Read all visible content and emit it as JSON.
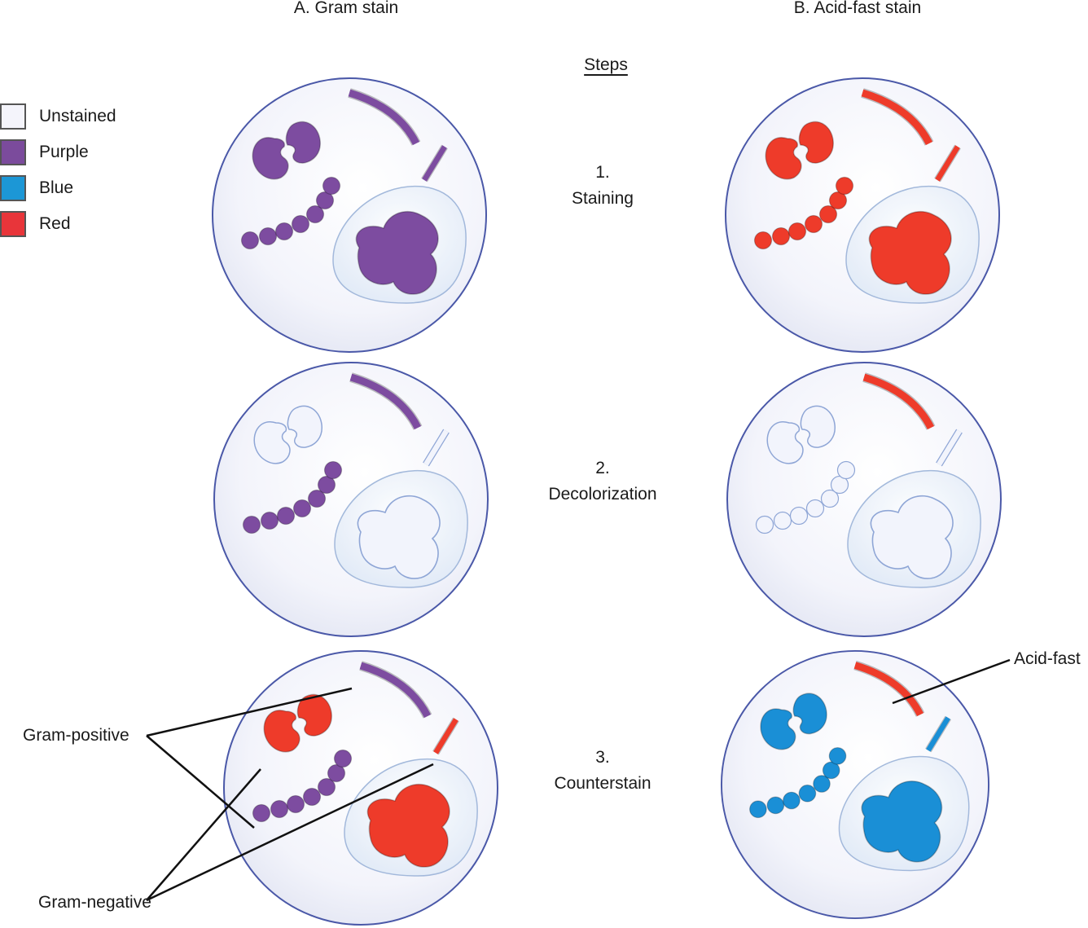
{
  "headers": {
    "gram": "A. Gram stain",
    "acid_fast": "B. Acid-fast stain"
  },
  "steps_title": "Steps",
  "steps": [
    {
      "number": "1.",
      "label": "Staining"
    },
    {
      "number": "2.",
      "label": "Decolorization"
    },
    {
      "number": "3.",
      "label": "Counterstain"
    }
  ],
  "legend": [
    {
      "label": "Unstained",
      "color": "#f4f4fb"
    },
    {
      "label": "Purple",
      "color": "#7b4b9c"
    },
    {
      "label": "Blue",
      "color": "#1c97d6"
    },
    {
      "label": "Red",
      "color": "#e8353a"
    }
  ],
  "colors": {
    "unstained": "#f2f4fc",
    "purple": "#7d4ca0",
    "blue": "#1a8fd6",
    "red": "#ee3b2a",
    "cell_outline": "#4a58a8",
    "callout_line": "#111111"
  },
  "panels": [
    {
      "column": "gram",
      "step": 1,
      "diplococci": "purple",
      "curved_rod": "purple",
      "short_rod": "purple",
      "chain": "purple",
      "nucleus": "purple"
    },
    {
      "column": "acid_fast",
      "step": 1,
      "diplococci": "red",
      "curved_rod": "red",
      "short_rod": "red",
      "chain": "red",
      "nucleus": "red"
    },
    {
      "column": "gram",
      "step": 2,
      "diplococci": "unstained",
      "curved_rod": "purple",
      "short_rod": "unstained",
      "chain": "purple",
      "nucleus": "unstained"
    },
    {
      "column": "acid_fast",
      "step": 2,
      "diplococci": "unstained",
      "curved_rod": "red",
      "short_rod": "unstained",
      "chain": "unstained",
      "nucleus": "unstained"
    },
    {
      "column": "gram",
      "step": 3,
      "diplococci": "red",
      "curved_rod": "purple",
      "short_rod": "red",
      "chain": "purple",
      "nucleus": "red"
    },
    {
      "column": "acid_fast",
      "step": 3,
      "diplococci": "blue",
      "curved_rod": "red",
      "short_rod": "blue",
      "chain": "blue",
      "nucleus": "blue"
    }
  ],
  "annotations": {
    "gram_positive": "Gram-positive",
    "gram_negative": "Gram-negative",
    "acid_fast": "Acid-fast"
  }
}
